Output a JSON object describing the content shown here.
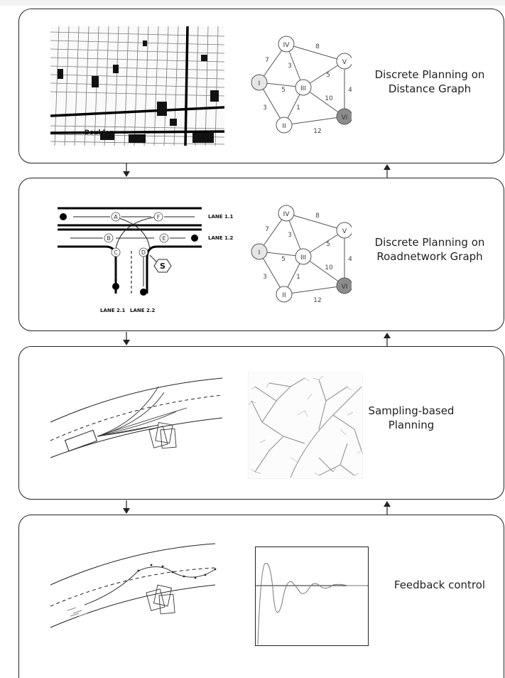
{
  "panels": [
    {
      "title_line1": "Discrete Planning on",
      "title_line2": "Distance Graph"
    },
    {
      "title_line1": "Discrete Planning on",
      "title_line2": "Roadnetwork Graph"
    },
    {
      "title_line1": "Sampling-based",
      "title_line2": "Planning"
    },
    {
      "title_line1": "Feedback control",
      "title_line2": ""
    }
  ],
  "graph": {
    "nodes": [
      "I",
      "II",
      "III",
      "IV",
      "V",
      "VI"
    ],
    "edge_weights": {
      "I-IV": "7",
      "IV-V": "8",
      "IV-III": "3",
      "III-V": "5",
      "V-VI": "4",
      "I-III": "5",
      "III-VI": "10",
      "I-II": "3",
      "III-II": "1",
      "II-VI": "12"
    },
    "start_color": "#e6e6e6",
    "goal_color": "#8c8c8c"
  },
  "map": {
    "city_label": "Boulder"
  },
  "road": {
    "lane_labels": [
      "LANE 1.1",
      "LANE 1.2",
      "LANE 2.1",
      "LANE 2.2"
    ],
    "node_labels": [
      "A",
      "F",
      "B",
      "E",
      "C",
      "D"
    ],
    "sign_label": "S"
  }
}
